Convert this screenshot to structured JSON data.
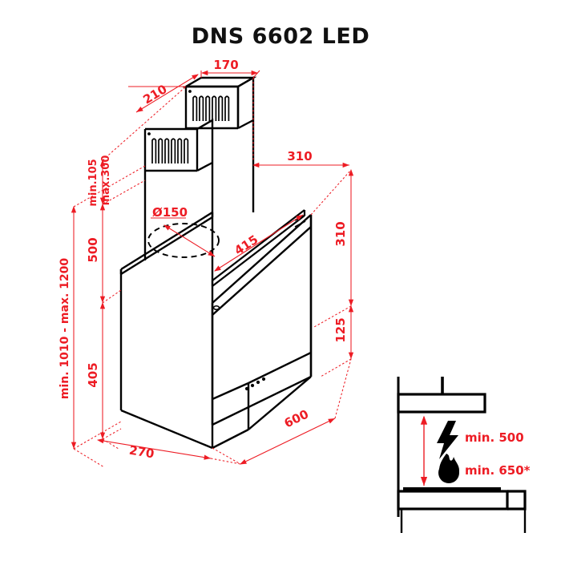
{
  "title": "DNS 6602 LED",
  "colors": {
    "dimension": "#ED1C24",
    "outline": "#000000",
    "background": "#ffffff"
  },
  "dimensions": {
    "chimney_depth": "210",
    "chimney_width": "170",
    "chimney_travel_min": "min.105",
    "chimney_travel_max": "max.300",
    "chimney_height": "500",
    "body_height": "405",
    "total_range": "min. 1010 - max. 1200",
    "duct_diameter": "Ø150",
    "top_depth": "310",
    "glass_slope": "415",
    "front_height": "310",
    "skirt_height": "125",
    "body_depth": "270",
    "body_width": "600"
  },
  "install_diagram": {
    "electric_icon": "lightning-bolt-icon",
    "electric_label": "min. 500",
    "gas_icon": "flame-icon",
    "gas_label": "min. 650*"
  },
  "drawing": {
    "view_main": "isometric-hood-drawing",
    "view_side": "installation-clearance-diagram",
    "duct_outlet": "duct-outlet-ellipse",
    "controls": "control-button-dots",
    "vents": "chimney-vent-slots"
  }
}
